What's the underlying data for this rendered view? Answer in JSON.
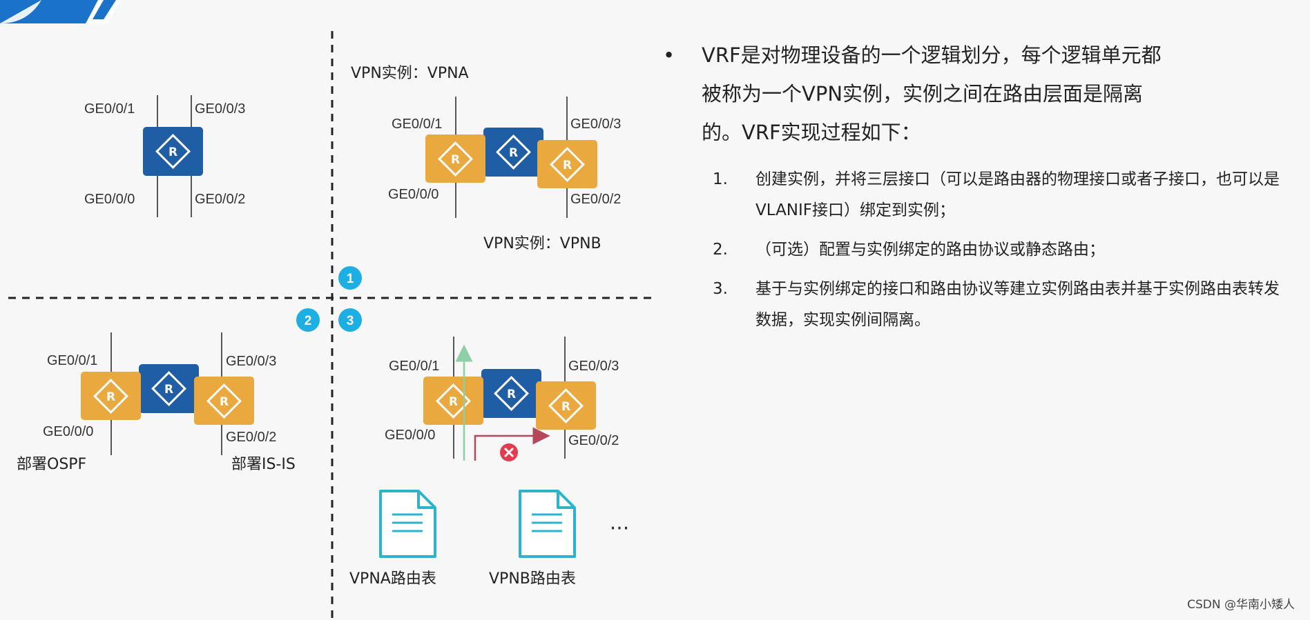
{
  "diagram": {
    "interface_labels": [
      "GE0/0/1",
      "GE0/0/3",
      "GE0/0/0",
      "GE0/0/2"
    ],
    "router_symbol": "R",
    "instance_a_label": "VPN实例：VPNA",
    "instance_b_label": "VPN实例：VPNB",
    "deploy_ospf": "部署OSPF",
    "deploy_isis": "部署IS-IS",
    "table_a_label": "VPNA路由表",
    "table_b_label": "VPNB路由表",
    "more_symbol": "···",
    "badges": [
      "1",
      "2",
      "3"
    ],
    "colors": {
      "router_blue": "#1f5ea4",
      "router_orange": "#e9a93f",
      "badge": "#1daee3",
      "table_icon": "#2bb4cc",
      "arrow_green": "#8fcfa6",
      "arrow_red": "#b5475a",
      "block_red": "#e23a4e"
    }
  },
  "text": {
    "bullet_symbol": "•",
    "bullet": "VRF是对物理设备的一个逻辑划分，每个逻辑单元都被称为一个VPN实例，实例之间在路由层面是隔离的。VRF实现过程如下：",
    "steps": [
      {
        "num": "1.",
        "text": "创建实例，并将三层接口（可以是路由器的物理接口或者子接口，也可以是VLANIF接口）绑定到实例；"
      },
      {
        "num": "2.",
        "text": "（可选）配置与实例绑定的路由协议或静态路由；"
      },
      {
        "num": "3.",
        "text": "基于与实例绑定的接口和路由协议等建立实例路由表并基于实例路由表转发数据，实现实例间隔离。"
      }
    ]
  },
  "watermark": "CSDN @华南小矮人"
}
